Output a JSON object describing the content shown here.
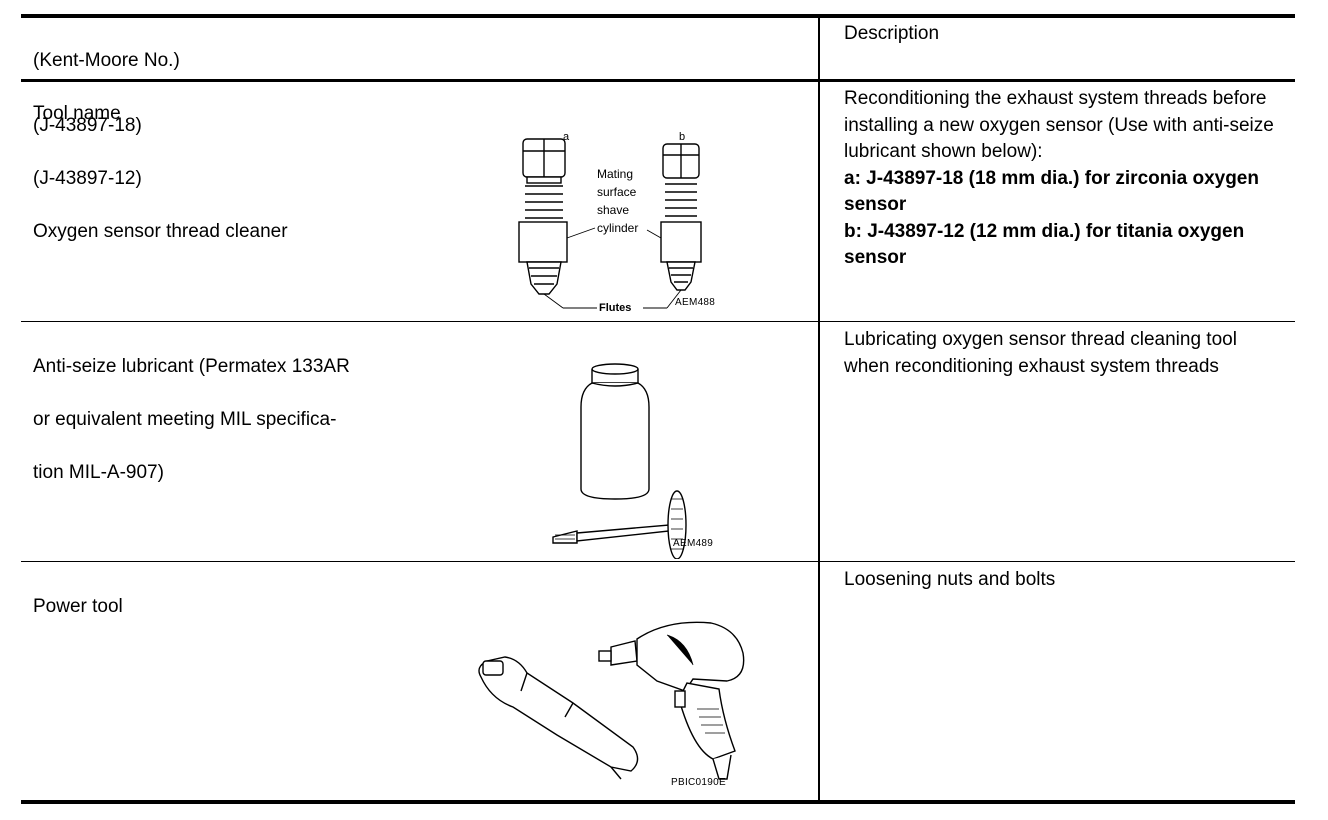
{
  "header": {
    "col1_line1": "(Kent-Moore No.)",
    "col1_line2": "Tool name",
    "col2": "Description"
  },
  "rows": [
    {
      "tool_lines": [
        "(J-43897-18)",
        "(J-43897-12)",
        "Oxygen sensor thread cleaner"
      ],
      "figure": {
        "label_a": "a",
        "label_b": "b",
        "callout_lines": [
          "Mating",
          "surface",
          "shave",
          "cylinder"
        ],
        "flutes_label": "Flutes",
        "code": "AEM488"
      },
      "description_plain": "Reconditioning the exhaust system threads before installing a new oxygen sensor (Use with anti-seize lubricant shown below):",
      "description_bold_1": "a: J-43897-18 (18 mm dia.) for zirconia oxygen sensor",
      "description_bold_2": "b: J-43897-12 (12 mm dia.) for titania oxygen sensor"
    },
    {
      "tool_lines": [
        "Anti-seize lubricant (Permatex 133AR",
        "or equivalent meeting MIL specifica-",
        "tion MIL-A-907)"
      ],
      "figure": {
        "code": "AEM489"
      },
      "description": "Lubricating oxygen sensor thread cleaning tool when reconditioning exhaust system threads"
    },
    {
      "tool_lines": [
        "Power tool"
      ],
      "figure": {
        "code": "PBIC0190E"
      },
      "description": "Loosening nuts and bolts"
    }
  ]
}
